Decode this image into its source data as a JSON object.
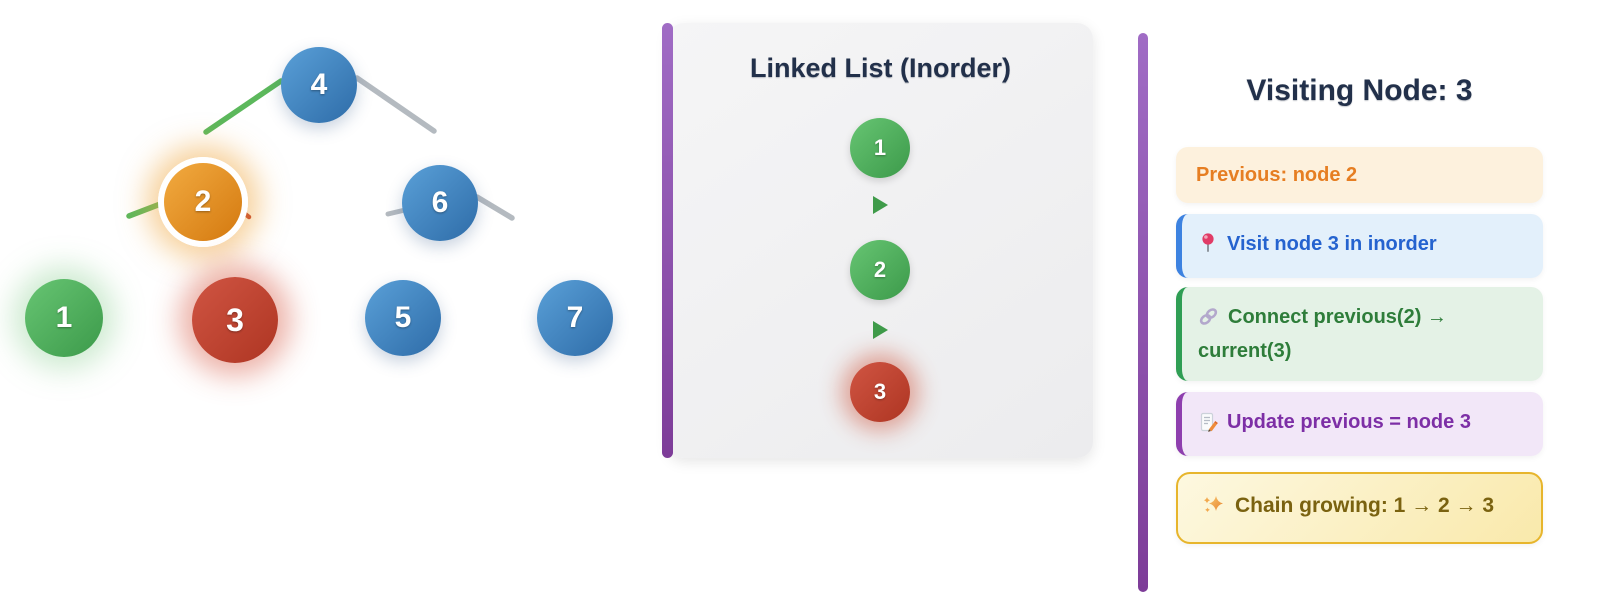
{
  "tree": {
    "nodes": [
      {
        "label": "4",
        "state": "unvisited"
      },
      {
        "label": "2",
        "state": "active-parent"
      },
      {
        "label": "6",
        "state": "unvisited"
      },
      {
        "label": "1",
        "state": "visited"
      },
      {
        "label": "3",
        "state": "current"
      },
      {
        "label": "5",
        "state": "unvisited"
      },
      {
        "label": "7",
        "state": "unvisited"
      }
    ],
    "edges": [
      {
        "from": "4",
        "to": "2",
        "state": "visited"
      },
      {
        "from": "4",
        "to": "6",
        "state": "unvisited"
      },
      {
        "from": "2",
        "to": "1",
        "state": "visited"
      },
      {
        "from": "2",
        "to": "3",
        "state": "current"
      },
      {
        "from": "6",
        "to": "5",
        "state": "unvisited"
      },
      {
        "from": "6",
        "to": "7",
        "state": "unvisited"
      }
    ]
  },
  "linked_list": {
    "title": "Linked List (Inorder)",
    "items": [
      {
        "label": "1",
        "state": "visited"
      },
      {
        "label": "2",
        "state": "visited"
      },
      {
        "label": "3",
        "state": "current"
      }
    ]
  },
  "status_panel": {
    "title": "Visiting Node: 3",
    "cards": [
      {
        "kind": "previous",
        "icon": "",
        "text": "Previous: node 2"
      },
      {
        "kind": "visit",
        "icon": "pin-icon",
        "text": "Visit node 3 in inorder"
      },
      {
        "kind": "connect",
        "icon": "link-icon",
        "text": "Connect previous(2) → current(3)"
      },
      {
        "kind": "update",
        "icon": "memo-icon",
        "text": "Update previous = node 3"
      },
      {
        "kind": "chain",
        "icon": "sparkles-icon",
        "text": "Chain growing: 1 → 2 → 3"
      }
    ]
  },
  "colors": {
    "node_blue": "#3f83c4",
    "node_green": "#4caf5f",
    "node_orange": "#e1912c",
    "node_red": "#c2462f",
    "edge_visited": "#5cb85c",
    "edge_default": "#b4bac0",
    "edge_current": "#c0392b",
    "panel_accent": "#8e44ad",
    "title_text": "#22304a",
    "previous_text": "#e67e22",
    "visit_text": "#2563cf",
    "connect_text": "#2e7d3a",
    "update_text": "#7d2fa6",
    "chain_text": "#7a6210"
  }
}
